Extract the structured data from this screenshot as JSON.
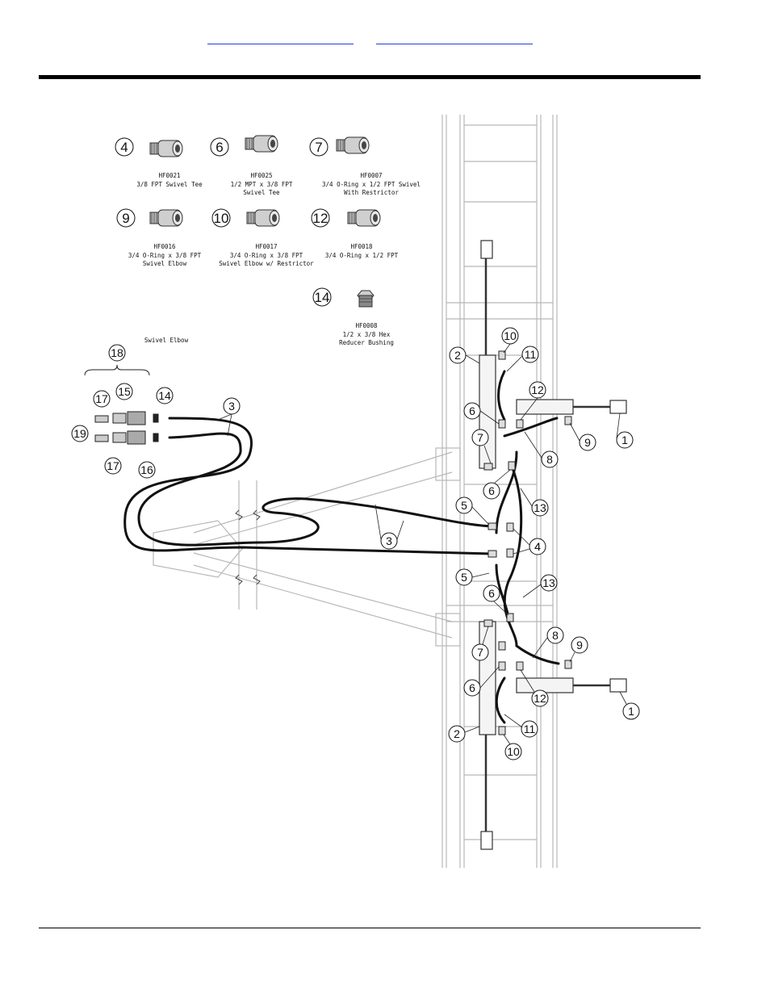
{
  "header": {
    "link_left": "",
    "link_right": ""
  },
  "legend": [
    {
      "num": "4",
      "part": "HF0021",
      "desc1": "3/8 FPT Swivel Tee",
      "desc2": ""
    },
    {
      "num": "6",
      "part": "HF0025",
      "desc1": "1/2 MPT x 3/8 FPT",
      "desc2": "Swivel Tee"
    },
    {
      "num": "7",
      "part": "HF0007",
      "desc1": "3/4 O-Ring x 1/2 FPT Swivel",
      "desc2": "With Restrictor"
    },
    {
      "num": "9",
      "part": "HF0016",
      "desc1": "3/4 O-Ring x 3/8 FPT",
      "desc2": "Swivel Elbow"
    },
    {
      "num": "10",
      "part": "HF0017",
      "desc1": "3/4 O-Ring x 3/8 FPT",
      "desc2": "Swivel Elbow w/ Restrictor"
    },
    {
      "num": "12",
      "part": "HF0018",
      "desc1": "3/4 O-Ring x 1/2 FPT",
      "desc2": ""
    },
    {
      "num": "14",
      "part": "HF0008",
      "desc1": "1/2 x 3/8 Hex",
      "desc2": "Reducer Bushing"
    }
  ],
  "swivel_elbow_label": "Swivel Elbow",
  "callouts": {
    "c18": "18",
    "c15": "15",
    "c14": "14",
    "c17a": "17",
    "c19": "19",
    "c17b": "17",
    "c16": "16",
    "c3a": "3",
    "c3b": "3",
    "c10a": "10",
    "c2a": "2",
    "c11a": "11",
    "c12a": "12",
    "c6a": "6",
    "c9a": "9",
    "c1a": "1",
    "c7a": "7",
    "c8a": "8",
    "c6b": "6",
    "c13a": "13",
    "c5a": "5",
    "c4a": "4",
    "c4b": "4",
    "c5b": "5",
    "c13b": "13",
    "c6c": "6",
    "c8b": "8",
    "c9b": "9",
    "c7b": "7",
    "c6d": "6",
    "c12b": "12",
    "c1b": "1",
    "c11b": "11",
    "c2b": "2",
    "c10b": "10"
  }
}
